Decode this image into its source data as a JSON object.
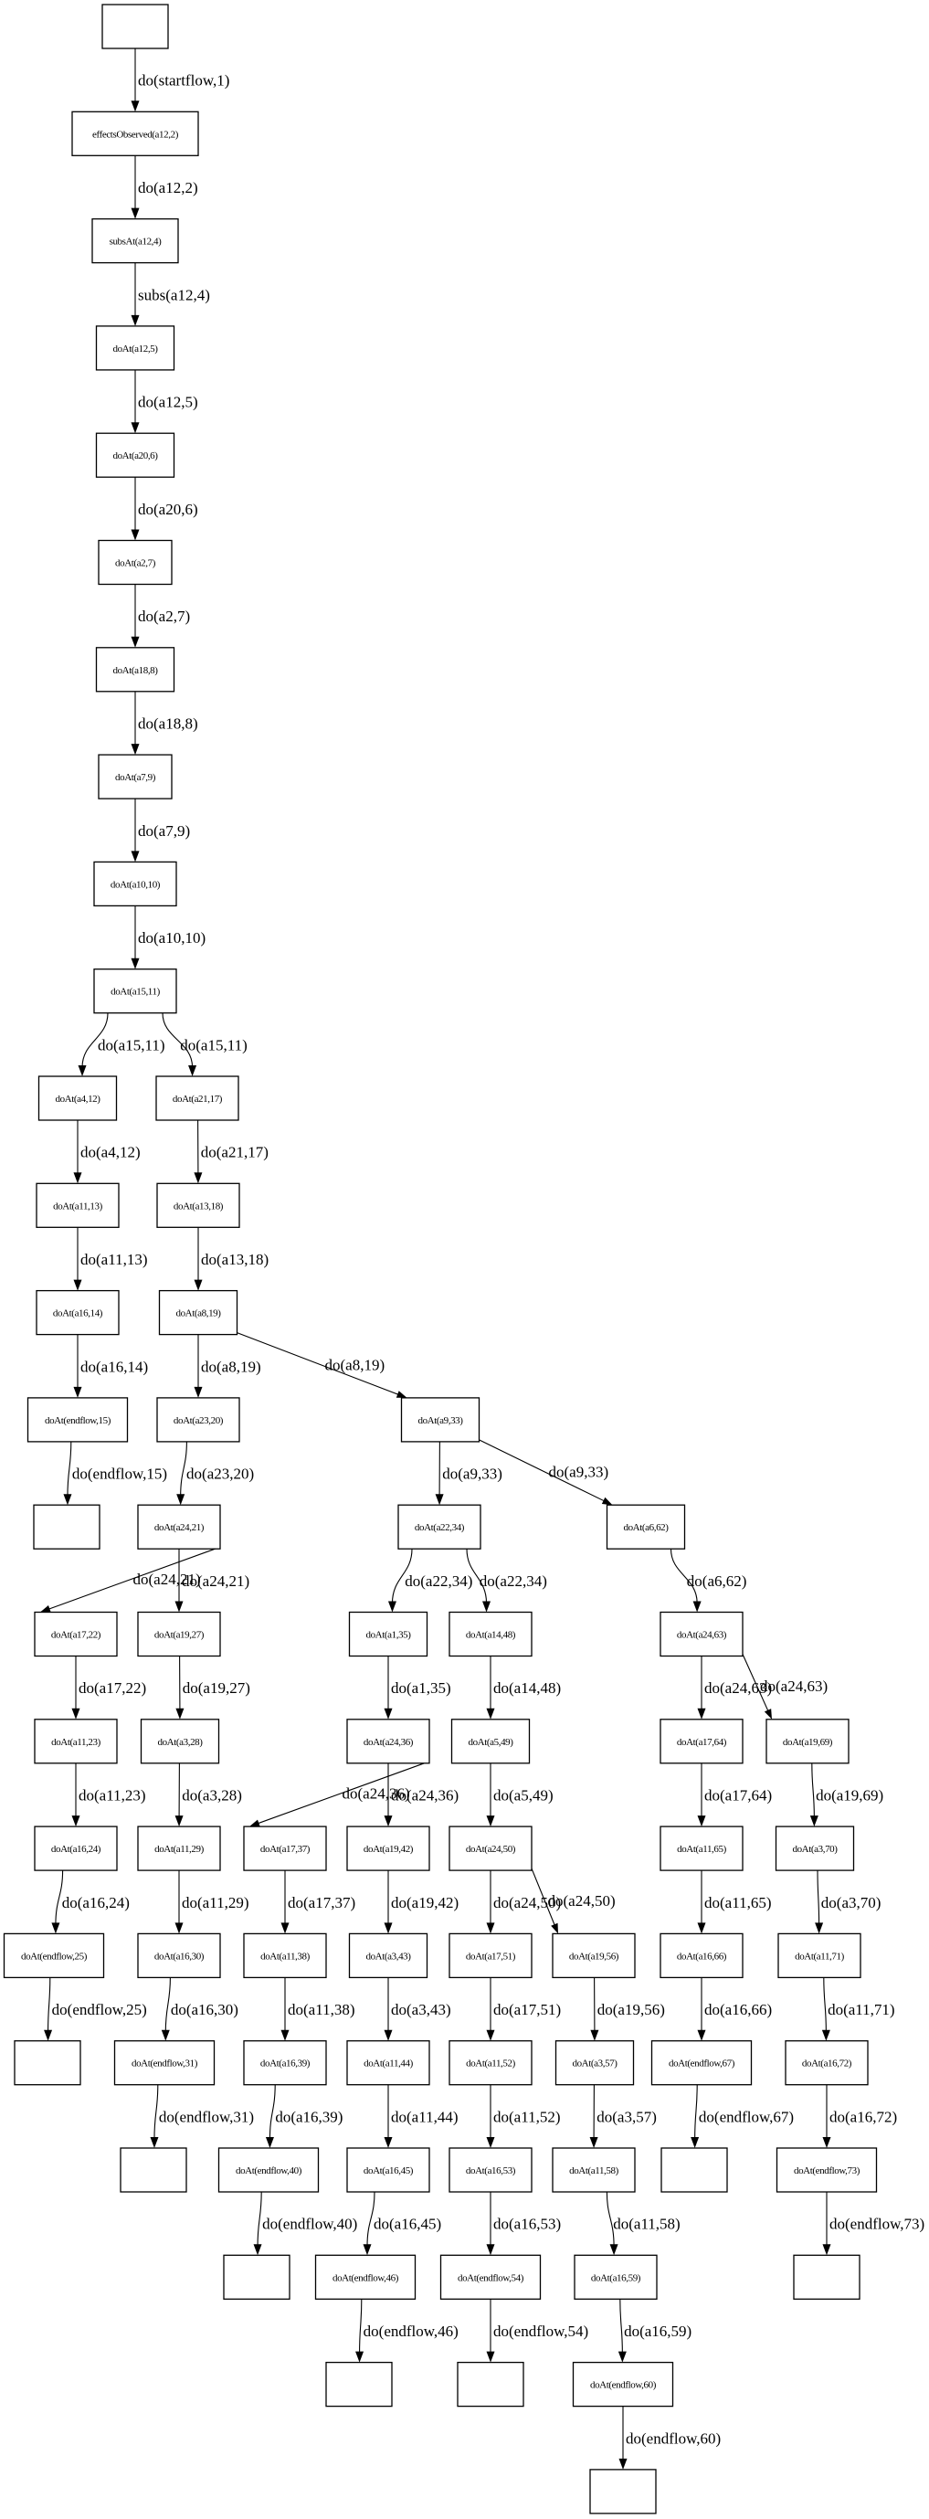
{
  "colors": {
    "stroke": "#000000",
    "background": "#ffffff"
  },
  "nodes": [
    {
      "id": "n0",
      "label": ""
    },
    {
      "id": "n1",
      "label": "effectsObserved(a12,2)"
    },
    {
      "id": "n2",
      "label": "subsAt(a12,4)"
    },
    {
      "id": "n3",
      "label": "doAt(a12,5)"
    },
    {
      "id": "n4",
      "label": "doAt(a20,6)"
    },
    {
      "id": "n5",
      "label": "doAt(a2,7)"
    },
    {
      "id": "n6",
      "label": "doAt(a18,8)"
    },
    {
      "id": "n7",
      "label": "doAt(a7,9)"
    },
    {
      "id": "n8",
      "label": "doAt(a10,10)"
    },
    {
      "id": "n9",
      "label": "doAt(a15,11)"
    },
    {
      "id": "n10",
      "label": "doAt(a4,12)"
    },
    {
      "id": "n11",
      "label": "doAt(a11,13)"
    },
    {
      "id": "n12",
      "label": "doAt(a16,14)"
    },
    {
      "id": "n13",
      "label": "doAt(endflow,15)"
    },
    {
      "id": "n14",
      "label": ""
    },
    {
      "id": "n15",
      "label": "doAt(a21,17)"
    },
    {
      "id": "n16",
      "label": "doAt(a13,18)"
    },
    {
      "id": "n17",
      "label": "doAt(a8,19)"
    },
    {
      "id": "n18",
      "label": "doAt(a23,20)"
    },
    {
      "id": "n19",
      "label": "doAt(a24,21)"
    },
    {
      "id": "n20",
      "label": "doAt(a17,22)"
    },
    {
      "id": "n21",
      "label": "doAt(a11,23)"
    },
    {
      "id": "n22",
      "label": "doAt(a16,24)"
    },
    {
      "id": "n23",
      "label": "doAt(endflow,25)"
    },
    {
      "id": "n24",
      "label": ""
    },
    {
      "id": "n25",
      "label": "doAt(a19,27)"
    },
    {
      "id": "n26",
      "label": "doAt(a3,28)"
    },
    {
      "id": "n27",
      "label": "doAt(a11,29)"
    },
    {
      "id": "n28",
      "label": "doAt(a16,30)"
    },
    {
      "id": "n29",
      "label": "doAt(endflow,31)"
    },
    {
      "id": "n30",
      "label": ""
    },
    {
      "id": "n31",
      "label": "doAt(a9,33)"
    },
    {
      "id": "n32",
      "label": "doAt(a22,34)"
    },
    {
      "id": "n33",
      "label": "doAt(a1,35)"
    },
    {
      "id": "n34",
      "label": "doAt(a24,36)"
    },
    {
      "id": "n35",
      "label": "doAt(a17,37)"
    },
    {
      "id": "n36",
      "label": "doAt(a11,38)"
    },
    {
      "id": "n37",
      "label": "doAt(a16,39)"
    },
    {
      "id": "n38",
      "label": "doAt(endflow,40)"
    },
    {
      "id": "n39",
      "label": ""
    },
    {
      "id": "n40",
      "label": "doAt(a19,42)"
    },
    {
      "id": "n41",
      "label": "doAt(a3,43)"
    },
    {
      "id": "n42",
      "label": "doAt(a11,44)"
    },
    {
      "id": "n43",
      "label": "doAt(a16,45)"
    },
    {
      "id": "n44",
      "label": "doAt(endflow,46)"
    },
    {
      "id": "n45",
      "label": ""
    },
    {
      "id": "n46",
      "label": "doAt(a14,48)"
    },
    {
      "id": "n47",
      "label": "doAt(a5,49)"
    },
    {
      "id": "n48",
      "label": "doAt(a24,50)"
    },
    {
      "id": "n49",
      "label": "doAt(a17,51)"
    },
    {
      "id": "n50",
      "label": "doAt(a11,52)"
    },
    {
      "id": "n51",
      "label": "doAt(a16,53)"
    },
    {
      "id": "n52",
      "label": "doAt(endflow,54)"
    },
    {
      "id": "n53",
      "label": ""
    },
    {
      "id": "n54",
      "label": "doAt(a19,56)"
    },
    {
      "id": "n55",
      "label": "doAt(a3,57)"
    },
    {
      "id": "n56",
      "label": "doAt(a11,58)"
    },
    {
      "id": "n57",
      "label": "doAt(a16,59)"
    },
    {
      "id": "n58",
      "label": "doAt(endflow,60)"
    },
    {
      "id": "n59",
      "label": ""
    },
    {
      "id": "n60",
      "label": "doAt(a6,62)"
    },
    {
      "id": "n61",
      "label": "doAt(a24,63)"
    },
    {
      "id": "n62",
      "label": "doAt(a17,64)"
    },
    {
      "id": "n63",
      "label": "doAt(a11,65)"
    },
    {
      "id": "n64",
      "label": "doAt(a16,66)"
    },
    {
      "id": "n65",
      "label": "doAt(endflow,67)"
    },
    {
      "id": "n66",
      "label": ""
    },
    {
      "id": "n67",
      "label": "doAt(a19,69)"
    },
    {
      "id": "n68",
      "label": "doAt(a3,70)"
    },
    {
      "id": "n69",
      "label": "doAt(a11,71)"
    },
    {
      "id": "n70",
      "label": "doAt(a16,72)"
    },
    {
      "id": "n71",
      "label": "doAt(endflow,73)"
    },
    {
      "id": "n72",
      "label": ""
    }
  ],
  "edges": [
    {
      "from": "n0",
      "to": "n1",
      "label": "do(startflow,1)"
    },
    {
      "from": "n1",
      "to": "n2",
      "label": "do(a12,2)"
    },
    {
      "from": "n2",
      "to": "n3",
      "label": "subs(a12,4)"
    },
    {
      "from": "n3",
      "to": "n4",
      "label": "do(a12,5)"
    },
    {
      "from": "n4",
      "to": "n5",
      "label": "do(a20,6)"
    },
    {
      "from": "n5",
      "to": "n6",
      "label": "do(a2,7)"
    },
    {
      "from": "n6",
      "to": "n7",
      "label": "do(a18,8)"
    },
    {
      "from": "n7",
      "to": "n8",
      "label": "do(a7,9)"
    },
    {
      "from": "n8",
      "to": "n9",
      "label": "do(a10,10)"
    },
    {
      "from": "n9",
      "to": "n10",
      "label": "do(a15,11)"
    },
    {
      "from": "n9",
      "to": "n15",
      "label": "do(a15,11)"
    },
    {
      "from": "n10",
      "to": "n11",
      "label": "do(a4,12)"
    },
    {
      "from": "n11",
      "to": "n12",
      "label": "do(a11,13)"
    },
    {
      "from": "n12",
      "to": "n13",
      "label": "do(a16,14)"
    },
    {
      "from": "n13",
      "to": "n14",
      "label": "do(endflow,15)"
    },
    {
      "from": "n15",
      "to": "n16",
      "label": "do(a21,17)"
    },
    {
      "from": "n16",
      "to": "n17",
      "label": "do(a13,18)"
    },
    {
      "from": "n17",
      "to": "n18",
      "label": "do(a8,19)"
    },
    {
      "from": "n17",
      "to": "n31",
      "label": "do(a8,19)"
    },
    {
      "from": "n18",
      "to": "n19",
      "label": "do(a23,20)"
    },
    {
      "from": "n19",
      "to": "n20",
      "label": "do(a24,21)"
    },
    {
      "from": "n19",
      "to": "n25",
      "label": "do(a24,21)"
    },
    {
      "from": "n20",
      "to": "n21",
      "label": "do(a17,22)"
    },
    {
      "from": "n21",
      "to": "n22",
      "label": "do(a11,23)"
    },
    {
      "from": "n22",
      "to": "n23",
      "label": "do(a16,24)"
    },
    {
      "from": "n23",
      "to": "n24",
      "label": "do(endflow,25)"
    },
    {
      "from": "n25",
      "to": "n26",
      "label": "do(a19,27)"
    },
    {
      "from": "n26",
      "to": "n27",
      "label": "do(a3,28)"
    },
    {
      "from": "n27",
      "to": "n28",
      "label": "do(a11,29)"
    },
    {
      "from": "n28",
      "to": "n29",
      "label": "do(a16,30)"
    },
    {
      "from": "n29",
      "to": "n30",
      "label": "do(endflow,31)"
    },
    {
      "from": "n31",
      "to": "n32",
      "label": "do(a9,33)"
    },
    {
      "from": "n31",
      "to": "n60",
      "label": "do(a9,33)"
    },
    {
      "from": "n32",
      "to": "n33",
      "label": "do(a22,34)"
    },
    {
      "from": "n32",
      "to": "n46",
      "label": "do(a22,34)"
    },
    {
      "from": "n33",
      "to": "n34",
      "label": "do(a1,35)"
    },
    {
      "from": "n34",
      "to": "n35",
      "label": "do(a24,36)"
    },
    {
      "from": "n34",
      "to": "n40",
      "label": "do(a24,36)"
    },
    {
      "from": "n35",
      "to": "n36",
      "label": "do(a17,37)"
    },
    {
      "from": "n36",
      "to": "n37",
      "label": "do(a11,38)"
    },
    {
      "from": "n37",
      "to": "n38",
      "label": "do(a16,39)"
    },
    {
      "from": "n38",
      "to": "n39",
      "label": "do(endflow,40)"
    },
    {
      "from": "n40",
      "to": "n41",
      "label": "do(a19,42)"
    },
    {
      "from": "n41",
      "to": "n42",
      "label": "do(a3,43)"
    },
    {
      "from": "n42",
      "to": "n43",
      "label": "do(a11,44)"
    },
    {
      "from": "n43",
      "to": "n44",
      "label": "do(a16,45)"
    },
    {
      "from": "n44",
      "to": "n45",
      "label": "do(endflow,46)"
    },
    {
      "from": "n46",
      "to": "n47",
      "label": "do(a14,48)"
    },
    {
      "from": "n47",
      "to": "n48",
      "label": "do(a5,49)"
    },
    {
      "from": "n48",
      "to": "n49",
      "label": "do(a24,50)"
    },
    {
      "from": "n48",
      "to": "n54",
      "label": "do(a24,50)"
    },
    {
      "from": "n49",
      "to": "n50",
      "label": "do(a17,51)"
    },
    {
      "from": "n50",
      "to": "n51",
      "label": "do(a11,52)"
    },
    {
      "from": "n51",
      "to": "n52",
      "label": "do(a16,53)"
    },
    {
      "from": "n52",
      "to": "n53",
      "label": "do(endflow,54)"
    },
    {
      "from": "n54",
      "to": "n55",
      "label": "do(a19,56)"
    },
    {
      "from": "n55",
      "to": "n56",
      "label": "do(a3,57)"
    },
    {
      "from": "n56",
      "to": "n57",
      "label": "do(a11,58)"
    },
    {
      "from": "n57",
      "to": "n58",
      "label": "do(a16,59)"
    },
    {
      "from": "n58",
      "to": "n59",
      "label": "do(endflow,60)"
    },
    {
      "from": "n60",
      "to": "n61",
      "label": "do(a6,62)"
    },
    {
      "from": "n61",
      "to": "n62",
      "label": "do(a24,63)"
    },
    {
      "from": "n61",
      "to": "n67",
      "label": "do(a24,63)"
    },
    {
      "from": "n62",
      "to": "n63",
      "label": "do(a17,64)"
    },
    {
      "from": "n63",
      "to": "n64",
      "label": "do(a11,65)"
    },
    {
      "from": "n64",
      "to": "n65",
      "label": "do(a16,66)"
    },
    {
      "from": "n65",
      "to": "n66",
      "label": "do(endflow,67)"
    },
    {
      "from": "n67",
      "to": "n68",
      "label": "do(a19,69)"
    },
    {
      "from": "n68",
      "to": "n69",
      "label": "do(a3,70)"
    },
    {
      "from": "n69",
      "to": "n70",
      "label": "do(a11,71)"
    },
    {
      "from": "n70",
      "to": "n71",
      "label": "do(a16,72)"
    },
    {
      "from": "n71",
      "to": "n72",
      "label": "do(endflow,73)"
    }
  ]
}
